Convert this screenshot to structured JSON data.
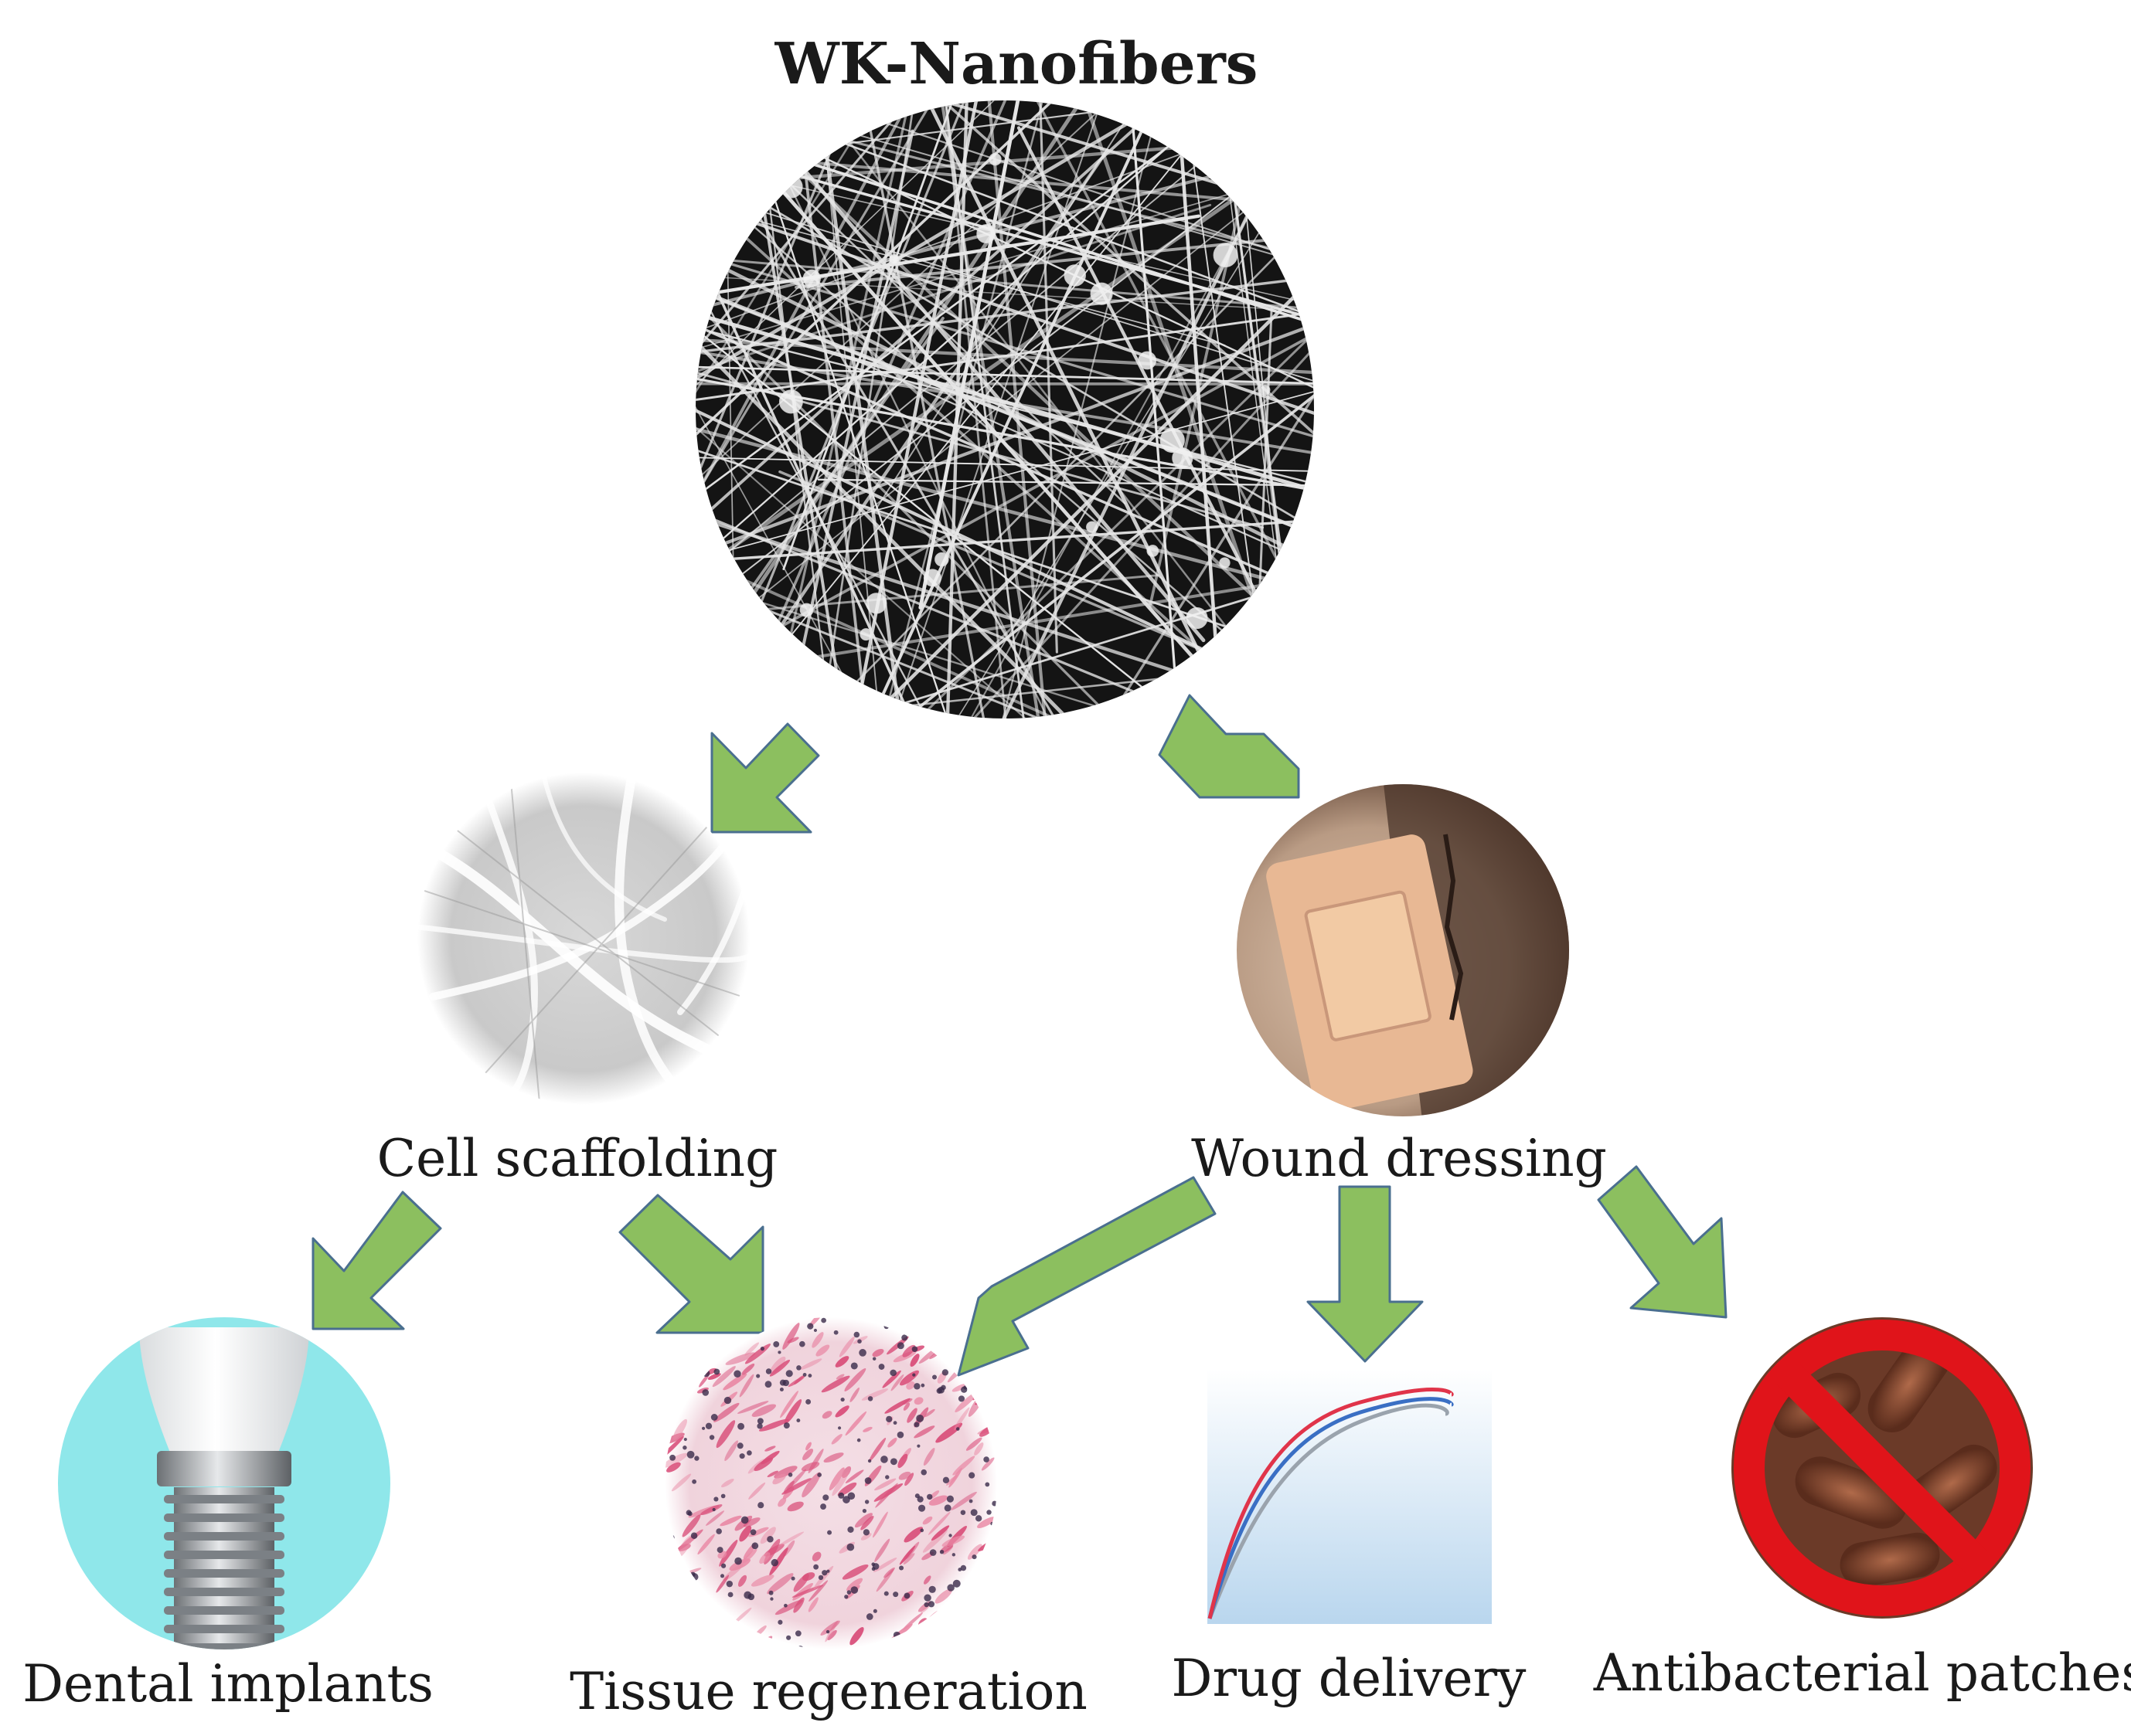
{
  "title": "WK-Nanofibers",
  "nodes": {
    "cell_scaffolding": "Cell scaffolding",
    "wound_dressing": "Wound dressing",
    "dental_implants": "Dental implants",
    "tissue_regeneration": "Tissue regeneration",
    "drug_delivery": "Drug delivery",
    "antibacterial_patches": "Antibacterial patches"
  },
  "colors": {
    "arrow_fill": "#8cbf5f",
    "arrow_stroke": "#4a6f8f",
    "prohibition_red": "#e0141a",
    "drug_curve_red": "#e0344a",
    "drug_curve_blue": "#3a6fc4",
    "drug_curve_gray": "#9aa3ad",
    "dental_background": "#8fe7ea",
    "tissue_stain_pink": "#d94f7a"
  },
  "icons": [
    "nanofiber-mesh-icon",
    "scaffold-fiber-icon",
    "bandage-icon",
    "dental-implant-icon",
    "tissue-histology-icon",
    "release-curve-icon",
    "no-bacteria-icon"
  ]
}
